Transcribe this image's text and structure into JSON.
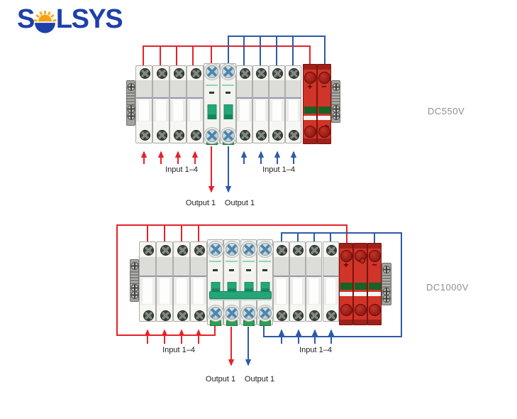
{
  "brand": {
    "wordmark_prefix": "S",
    "wordmark_suffix": "LSYS"
  },
  "colors": {
    "brand_blue": "#1d40a9",
    "sun_orange": "#f5a018",
    "sun_ray_yellow": "#f9b020",
    "wire_red": "#e52229",
    "wire_blue": "#2e5aa8",
    "spd_red": "#d13428",
    "toggle_green": "#25a678",
    "voltage_label_gray": "#8e8e8e",
    "label_text": "#1c1c1c"
  },
  "diagrams": [
    {
      "id": "dc550v",
      "voltage_label": "DC550V",
      "labels": {
        "input_left": "Input 1–4",
        "input_right": "Input 1–4",
        "output_red": "Output 1",
        "output_blue": "Output 1"
      },
      "spd_markings": {
        "plus": "+",
        "minus": "−"
      }
    },
    {
      "id": "dc1000v",
      "voltage_label": "DC1000V",
      "labels": {
        "input_left": "Input 1–4",
        "input_right": "Input 1–4",
        "output_red": "Output 1",
        "output_blue": "Output 1"
      },
      "spd_markings": {
        "plus": "+",
        "minus": "−"
      }
    }
  ]
}
